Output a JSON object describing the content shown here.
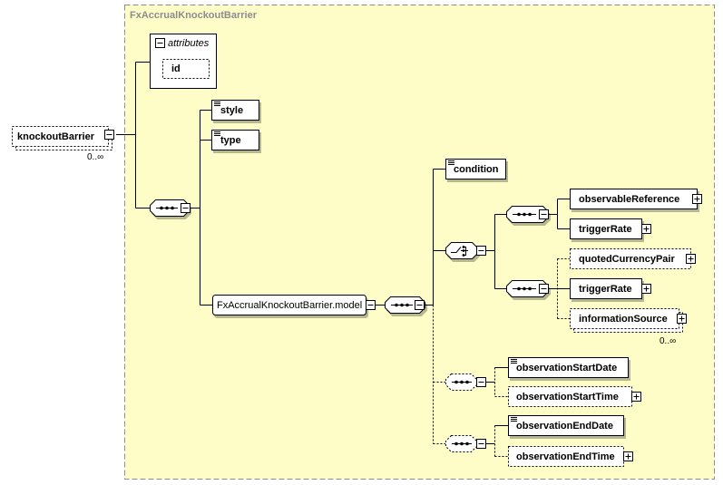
{
  "complex_type": {
    "name": "FxAccrualKnockoutBarrier"
  },
  "root": {
    "name": "knockoutBarrier",
    "occurrence": "0..∞"
  },
  "attributes": {
    "label": "attributes",
    "items": [
      "id"
    ]
  },
  "first_sequence": {
    "elements": [
      "style",
      "type"
    ]
  },
  "model_group": {
    "name": "FxAccrualKnockoutBarrier.model"
  },
  "first_element": {
    "name": "condition"
  },
  "choice": {
    "sequence_a": [
      "observableReference",
      "triggerRate"
    ],
    "sequence_b": [
      "quotedCurrencyPair",
      "triggerRate",
      "informationSource"
    ],
    "information_source_occurrence": "0..∞"
  },
  "start_group": [
    "observationStartDate",
    "observationStartTime"
  ],
  "end_group": [
    "observationEndDate",
    "observationEndTime"
  ],
  "colors": {
    "background": "#fefdc8",
    "frame_border": "#8c8c8c",
    "box_fill": "#ffffff",
    "line": "#000000"
  }
}
